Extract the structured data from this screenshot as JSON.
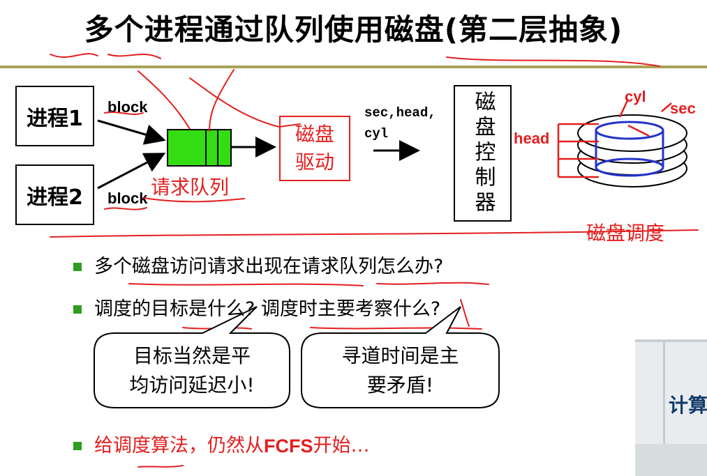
{
  "title": "多个进程通过队列使用磁盘(第二层抽象)",
  "diagram": {
    "process1": "进程1",
    "process2": "进程2",
    "block1": "block",
    "block2": "block",
    "request_queue": "请求队列",
    "disk_driver_line1": "磁盘",
    "disk_driver_line2": "驱动",
    "params_line1": "sec,head,",
    "params_line2": "cyl",
    "controller": "磁盘控制器",
    "disk_labels": {
      "cyl": "cyl",
      "sec": "sec",
      "head": "head"
    },
    "annotation_scheduling": "磁盘调度"
  },
  "bullets": [
    {
      "text": "多个磁盘访问请求出现在请求队列怎么办?",
      "color": "#000000"
    },
    {
      "text": "调度的目标是什么? 调度时主要考察什么?",
      "color": "#000000"
    },
    {
      "text_prefix": "给调度算法，仍然从",
      "text_bold": "FCFS",
      "text_suffix": "开始…",
      "color": "#e41e1e"
    }
  ],
  "bubbles": [
    {
      "line1": "目标当然是平",
      "line2": "均访问延迟小!"
    },
    {
      "line1": "寻道时间是主",
      "line2": "要矛盾!"
    }
  ],
  "photo_text": "计算",
  "colors": {
    "accent_red": "#e41e1e",
    "bullet_green": "#2f9e20",
    "queue_green": "#33dd11",
    "rule": "#a9a257",
    "disk_blue": "#2233cc"
  }
}
